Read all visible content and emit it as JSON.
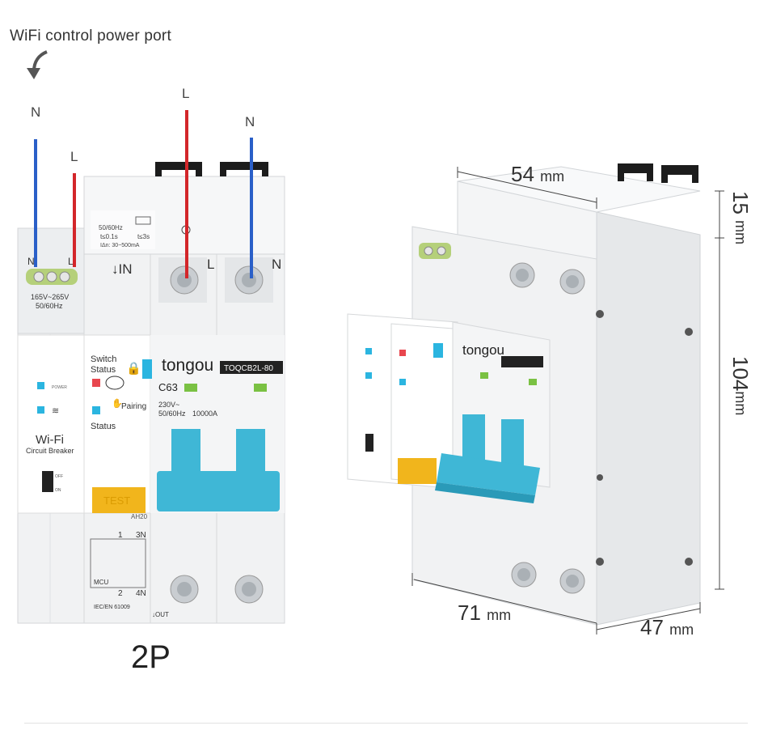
{
  "caption": "WiFi control power port",
  "model_label": "2P",
  "wires": {
    "n_left": "N",
    "l_left": "L",
    "l_top": "L",
    "n_top": "N"
  },
  "front": {
    "rating_line1": "50/60Hz",
    "rating_t1": "t≤0.1s",
    "rating_t2": "t≤3s",
    "rating_ian": "IΔn: 30~500mA",
    "in_label": "↓IN",
    "terminal_l": "L",
    "terminal_n": "N",
    "port_n": "N",
    "port_l": "L",
    "voltage": "165V~265V",
    "freq": "50/60Hz",
    "switch_status": "Switch",
    "switch_status2": "Status",
    "pairing": "Pairing",
    "status": "Status",
    "power_label": "POWER",
    "wifi_title": "Wi-Fi",
    "wifi_sub": "Circuit Breaker",
    "on": "ON",
    "off": "OFF",
    "brand": "tongou",
    "model": "TOQCB2L-80",
    "curve": "C63",
    "spec1": "230V~",
    "spec2": "50/60Hz",
    "spec3": "10000A",
    "test": "TEST",
    "ah": "AH20",
    "diagram_1": "1",
    "diagram_3n": "3N",
    "diagram_2": "2",
    "diagram_4n": "4N",
    "mcu": "MCU",
    "standard": "IEC/EN 61009",
    "out_label": "↓OUT"
  },
  "dims": {
    "width_top": "54",
    "height_top": "15",
    "height_main": "104",
    "width_bottom": "71",
    "depth": "47",
    "unit": "mm"
  },
  "colors": {
    "blue_wire": "#2a5fc8",
    "red_wire": "#d3262a",
    "lever": "#3fb7d6",
    "test": "#f1b51c",
    "green": "#7ac143"
  }
}
